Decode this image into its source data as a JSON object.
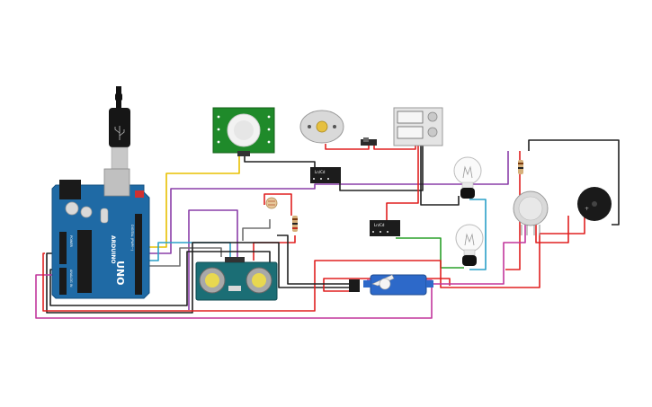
{
  "canvas": {
    "background": "#ffffff"
  },
  "arduino": {
    "board_label": "UNO",
    "brand_label": "ARDUINO",
    "digital_header": "DIGITAL (PWM~)",
    "analog_header": "ANALOG IN",
    "power_header": "POWER",
    "board_color": "#1f6aa5",
    "icon": "arduino-uno-board"
  },
  "usb_cable": {
    "icon": "usb-cable-plug",
    "color": "#111111"
  },
  "pir_sensor": {
    "icon": "pir-motion-sensor",
    "color": "#1f8a2a"
  },
  "dc_motor": {
    "icon": "dc-motor"
  },
  "slide_switch": {
    "icon": "slide-switch"
  },
  "battery_pack": {
    "icon": "battery-holder"
  },
  "relay_top": {
    "label": "Ln/Cd",
    "icon": "relay"
  },
  "relay_mid": {
    "label": "Ln/Cd",
    "icon": "relay"
  },
  "bulb_top": {
    "icon": "light-bulb"
  },
  "bulb_bottom": {
    "icon": "light-bulb"
  },
  "photoresistor": {
    "icon": "photoresistor"
  },
  "resistor": {
    "icon": "resistor"
  },
  "ultrasonic": {
    "icon": "ultrasonic-sensor",
    "color": "#1b6e75"
  },
  "servo": {
    "icon": "servo-motor",
    "color": "#2d69c9"
  },
  "gas_sensor": {
    "icon": "gas-sensor"
  },
  "buzzer": {
    "icon": "piezo-buzzer"
  },
  "wire_colors": {
    "red": "#e02020",
    "black": "#202020",
    "purple": "#8a3ea8",
    "magenta": "#c2369c",
    "yellow": "#e8c000",
    "green": "#2aa02a",
    "teal": "#2aa0c8",
    "gray": "#707070",
    "orange": "#e07020"
  }
}
